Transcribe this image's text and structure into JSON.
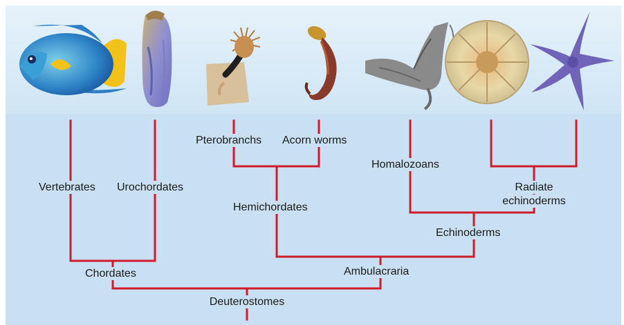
{
  "organisms": {
    "fish": "fish-illustration",
    "tunicate": "sea-squirt-illustration",
    "pterobranch": "pterobranch-illustration",
    "acorn_worm": "acorn-worm-illustration",
    "homalozoan": "homalozoan-fossil-illustration",
    "urchin": "sea-urchin-illustration",
    "starfish": "starfish-illustration"
  },
  "labels": {
    "vertebrates": "Vertebrates",
    "urochordates": "Urochordates",
    "pterobranchs": "Pterobranchs",
    "acorn_worms": "Acorn worms",
    "homalozoans": "Homalozoans",
    "radiate_line1": "Radiate",
    "radiate_line2": "echinoderms",
    "hemichordates": "Hemichordates",
    "echinoderms": "Echinoderms",
    "chordates": "Chordates",
    "ambulacraria": "Ambulacraria",
    "deuterostomes": "Deuterostomes"
  },
  "colors": {
    "branch_line": "#d01c2a",
    "tree_background": "#c9e0f2",
    "image_background": "#dcecf8"
  }
}
